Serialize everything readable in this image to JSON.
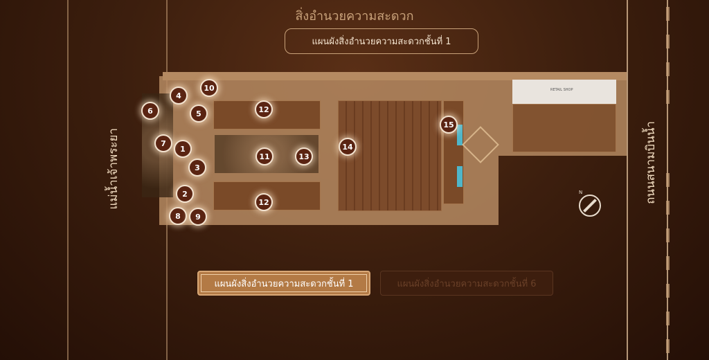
{
  "header": {
    "title": "สิ่งอำนวยความสะดวก",
    "current_floor_label": "แผนผังสิ่งอำนวยความสะดวกชั้นที่ 1"
  },
  "map": {
    "river_label": "แม่น้ำเจ้าพระยา",
    "road_label": "ถนนสนามบินน้ำ",
    "retail_label": "RETAIL SHOP",
    "compass_label": "N",
    "markers": [
      "1",
      "2",
      "3",
      "4",
      "5",
      "6",
      "7",
      "8",
      "9",
      "10",
      "11",
      "12",
      "12",
      "13",
      "14",
      "15"
    ]
  },
  "floor_buttons": [
    {
      "label": "แผนผังสิ่งอำนวยความสะดวกชั้นที่ 1",
      "active": true
    },
    {
      "label": "แผนผังสิ่งอำนวยความสะดวกชั้นที่ 6",
      "active": false
    }
  ],
  "colors": {
    "background": "#3d1f0e",
    "accent": "#c9a27a",
    "active_button": "#b37a45"
  }
}
